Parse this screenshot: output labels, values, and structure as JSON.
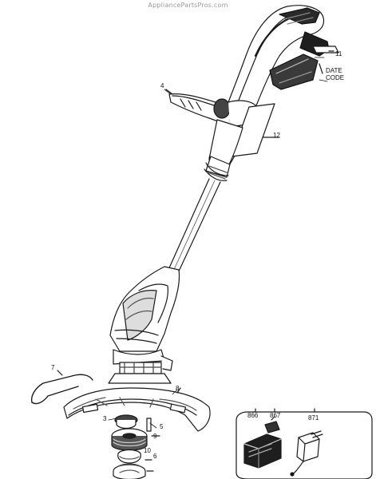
{
  "watermark": "AppliancePartsPros.com",
  "callouts": [
    {
      "id": "11",
      "text": "11"
    },
    {
      "id": "4",
      "text": "4"
    },
    {
      "id": "12",
      "text": "12"
    },
    {
      "id": "7",
      "text": "7"
    },
    {
      "id": "8",
      "text": "8"
    },
    {
      "id": "3",
      "text": "3"
    },
    {
      "id": "5",
      "text": "5"
    },
    {
      "id": "9",
      "text": "9"
    },
    {
      "id": "10",
      "text": "10"
    },
    {
      "id": "6",
      "text": "6"
    },
    {
      "id": "866",
      "text": "866"
    },
    {
      "id": "867",
      "text": "867"
    },
    {
      "id": "871",
      "text": "871"
    }
  ],
  "date_code": {
    "line1": "DATE",
    "line2": "CODE"
  }
}
